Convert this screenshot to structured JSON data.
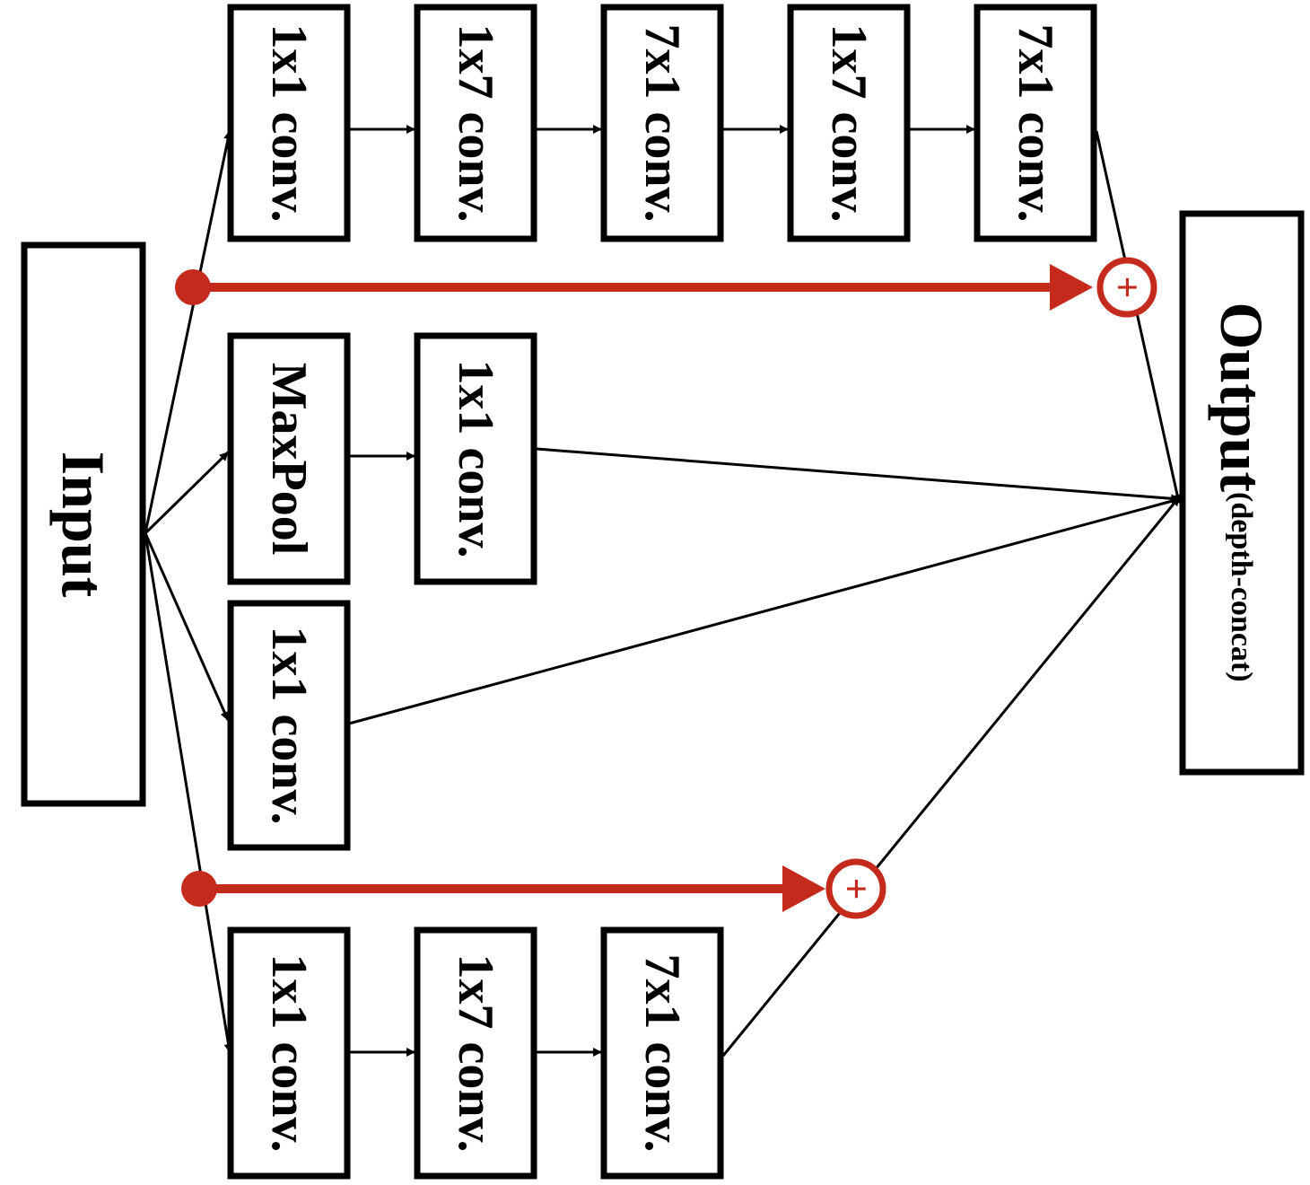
{
  "input_label": "Input",
  "output_label": "Output",
  "output_sublabel": "(depth-concat)",
  "branches": {
    "top": [
      "1x1 conv.",
      "1x7 conv.",
      "7x1 conv.",
      "1x7 conv.",
      "7x1 conv."
    ],
    "pool": [
      "MaxPool",
      "1x1 conv."
    ],
    "single": [
      "1x1 conv."
    ],
    "bottom": [
      "1x1 conv.",
      "1x7 conv.",
      "7x1 conv."
    ]
  },
  "sum_symbol": "+",
  "colors": {
    "skip_connection": "#c42b1c",
    "box_stroke": "#000000",
    "background": "#ffffff"
  }
}
